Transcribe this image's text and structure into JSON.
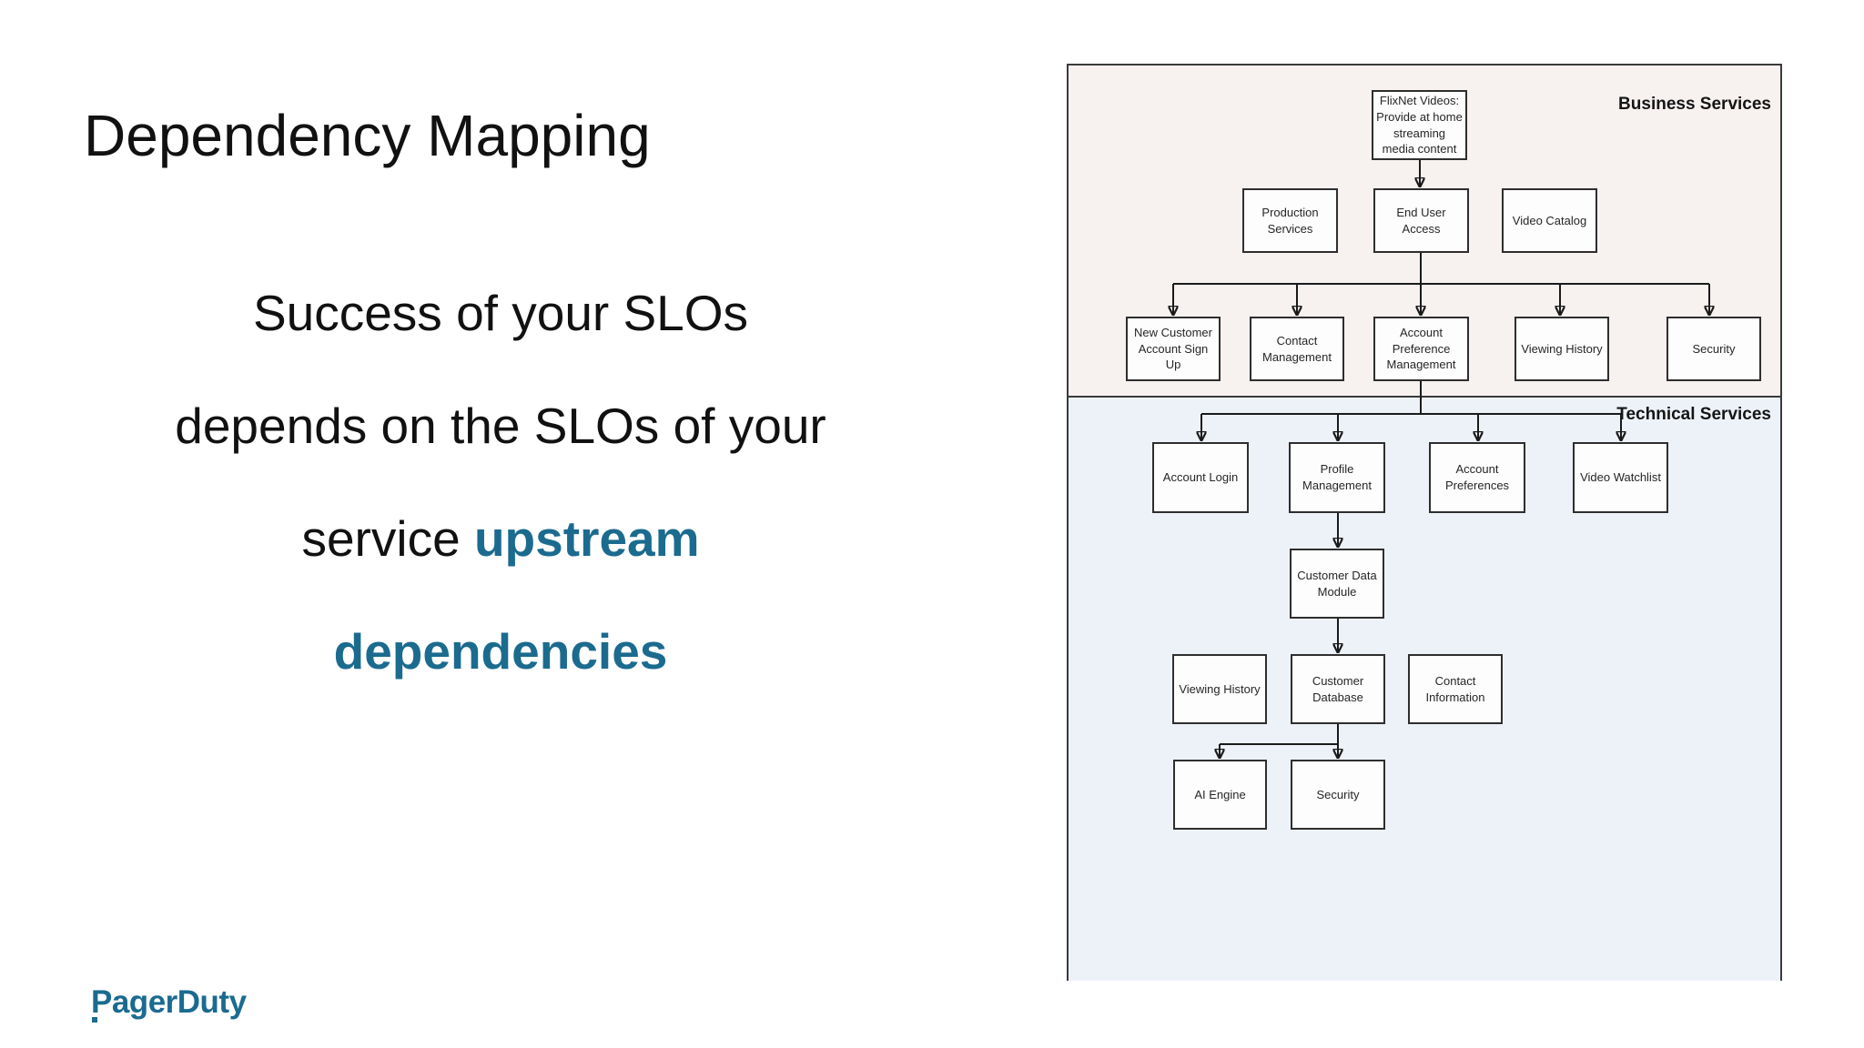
{
  "slide": {
    "title": "Dependency Mapping",
    "body": {
      "line1": "Success of your SLOs",
      "line2": "depends on the SLOs of your",
      "line3_normal": "service",
      "line3_accent": "upstream",
      "line4_accent": "dependencies"
    },
    "logo_text": "PagerDuty",
    "accent_color": "#1b6b8f",
    "logo_color": "#1b6b8f"
  },
  "diagram": {
    "sections": {
      "business": {
        "label": "Business Services",
        "bg_color": "#f7f1f0"
      },
      "technical": {
        "label": "Technical Services",
        "bg_color": "#edf2f9"
      }
    },
    "nodes": {
      "flixnet": {
        "label": "FlixNet Videos: Provide at home streaming media content"
      },
      "production_services": {
        "label": "Production Services"
      },
      "end_user_access": {
        "label": "End User Access"
      },
      "video_catalog": {
        "label": "Video Catalog"
      },
      "new_customer_signup": {
        "label": "New Customer Account Sign Up"
      },
      "contact_management": {
        "label": "Contact Management"
      },
      "account_preference_management": {
        "label": "Account Preference Management"
      },
      "viewing_history_business": {
        "label": "Viewing History"
      },
      "security_business": {
        "label": "Security"
      },
      "account_login": {
        "label": "Account Login"
      },
      "profile_management": {
        "label": "Profile Management"
      },
      "account_preferences": {
        "label": "Account Preferences"
      },
      "video_watchlist": {
        "label": "Video Watchlist"
      },
      "customer_data_module": {
        "label": "Customer Data Module"
      },
      "viewing_history_technical": {
        "label": "Viewing History"
      },
      "customer_database": {
        "label": "Customer Database"
      },
      "contact_information": {
        "label": "Contact Information"
      },
      "ai_engine": {
        "label": "AI Engine"
      },
      "security_technical": {
        "label": "Security"
      }
    }
  }
}
